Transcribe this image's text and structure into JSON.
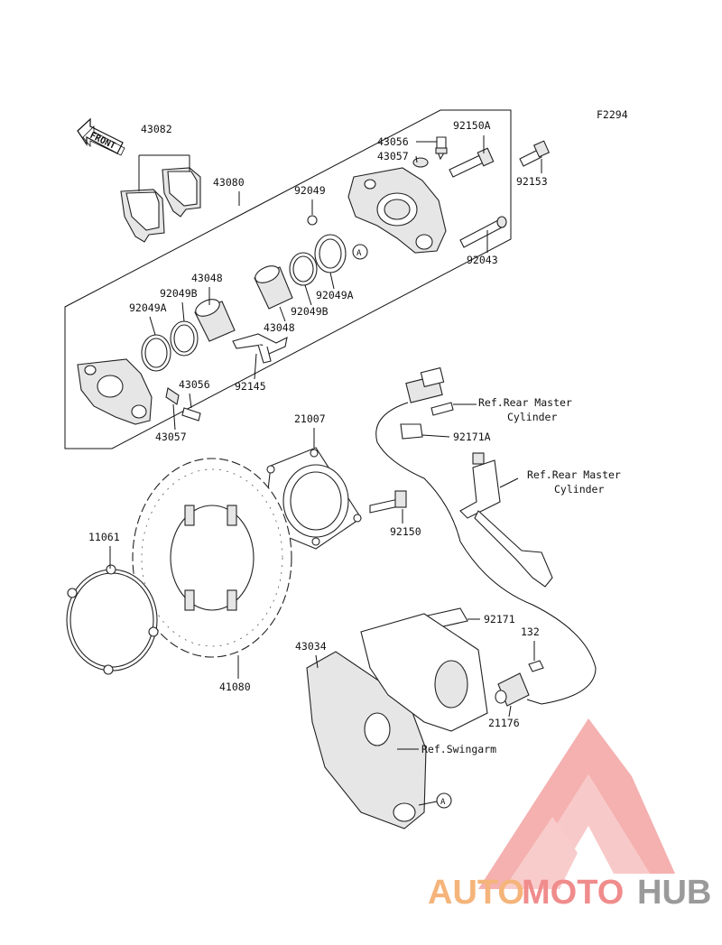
{
  "figure_code": "F2294",
  "front_label": "FRONT",
  "part_labels": {
    "p43082": "43082",
    "p43080": "43080",
    "p92049": "92049",
    "p43056_top": "43056",
    "p43057_top": "43057",
    "p92150A": "92150A",
    "p92153": "92153",
    "p92043": "92043",
    "p43048_a": "43048",
    "p92049B_a": "92049B",
    "p92049A_a": "92049A",
    "p92049A_b": "92049A",
    "p92049B_b": "92049B",
    "p43048_b": "43048",
    "p92145": "92145",
    "p43056_bot": "43056",
    "p43057_bot": "43057",
    "p21007": "21007",
    "p92150": "92150",
    "p92171A": "92171A",
    "p11061": "11061",
    "p41080": "41080",
    "p43034": "43034",
    "p92171": "92171",
    "p132": "132",
    "p21176": "21176"
  },
  "references": {
    "rear_master_1_line1": "Ref.Rear Master",
    "rear_master_1_line2": "Cylinder",
    "rear_master_2_line1": "Ref.Rear Master",
    "rear_master_2_line2": "Cylinder",
    "swingarm": "Ref.Swingarm"
  },
  "markers": {
    "marker_a_top": "A",
    "marker_a_bottom": "A"
  },
  "watermark": {
    "part1": "AUTO",
    "part2": "MOTO",
    "part3": "HUB",
    "color_orange": "#f5b47a",
    "color_pink": "#f08c8c",
    "color_gray": "#9a9a9a"
  }
}
